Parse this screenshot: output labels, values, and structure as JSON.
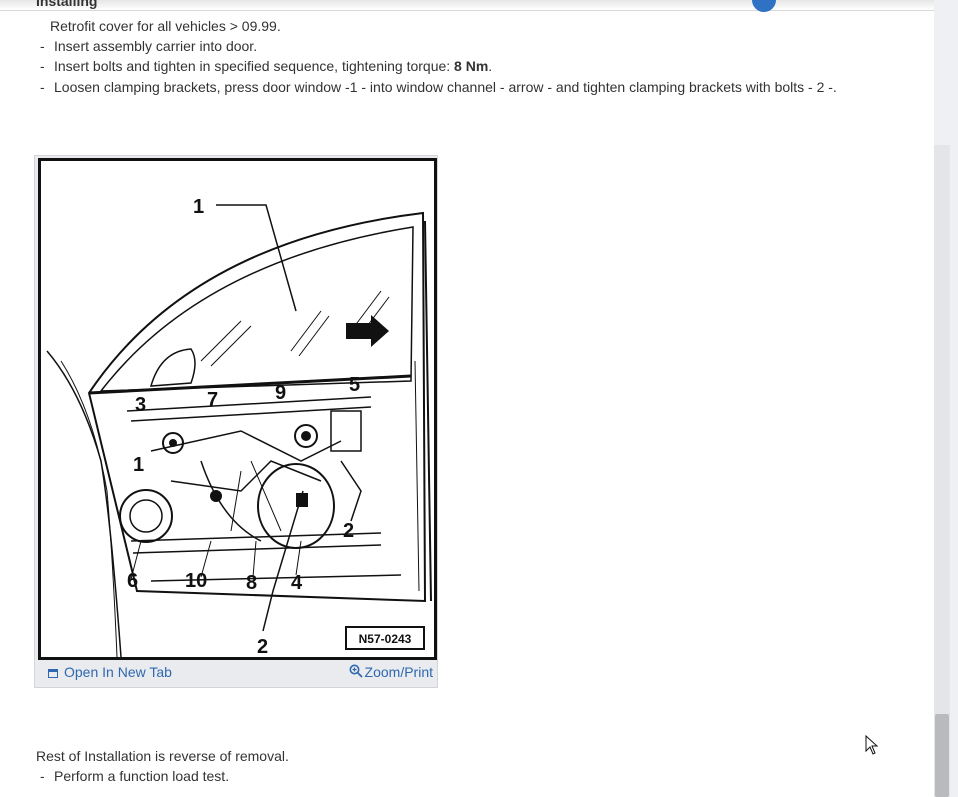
{
  "heading": "Installing",
  "instructions": [
    {
      "prefix": "",
      "text": "Retrofit cover for all vehicles > 09.99."
    },
    {
      "prefix": "-",
      "text": "Insert assembly carrier into door."
    },
    {
      "prefix": "-",
      "text": "Insert bolts and tighten in specified sequence, tightening torque: ",
      "bold": "8 Nm",
      "suffix": "."
    },
    {
      "prefix": "-",
      "text": "Loosen clamping brackets, press door window -1 - into window channel - arrow - and tighten clamping brackets with bolts - 2 -."
    }
  ],
  "figure": {
    "callouts": [
      "1",
      "3",
      "7",
      "9",
      "5",
      "1",
      "6",
      "10",
      "8",
      "4",
      "2",
      "2"
    ],
    "code": "N57-0243",
    "open_label": "Open In New Tab",
    "zoom_label": "Zoom/Print"
  },
  "footer": {
    "line1": "Rest of Installation is reverse of removal.",
    "line2_prefix": "-",
    "line2": "Perform a function load test."
  },
  "colors": {
    "link": "#2f68b0",
    "text": "#333333",
    "scrollbar_thumb": "#b8babd"
  }
}
